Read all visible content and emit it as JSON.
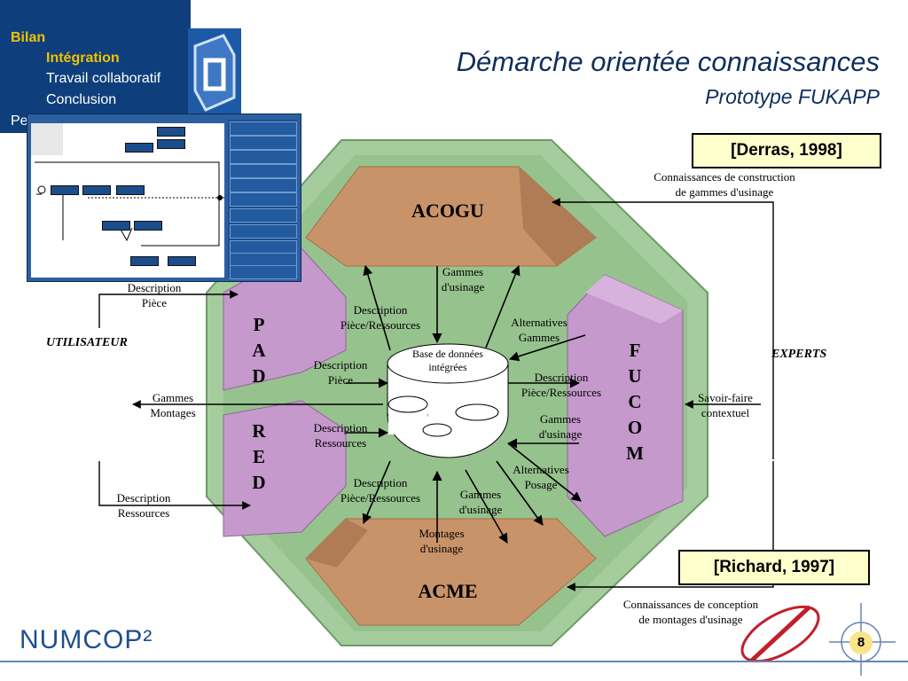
{
  "nav": {
    "items": [
      {
        "label": "Bilan",
        "active": true
      },
      {
        "label": "Intégration",
        "active": true
      },
      {
        "label": "Travail collaboratif",
        "active": false
      },
      {
        "label": "Conclusion",
        "active": false
      }
    ],
    "partial_item": "Pe"
  },
  "title": "Démarche orientée connaissances",
  "subtitle": "Prototype FUKAPP",
  "refs": {
    "derras": "[Derras, 1998]",
    "richard": "[Richard, 1997]"
  },
  "modules": {
    "acogu": "ACOGU",
    "acme": "ACME",
    "pad": [
      "P",
      "A",
      "D"
    ],
    "red": [
      "R",
      "E",
      "D"
    ],
    "fucom": [
      "F",
      "U",
      "C",
      "O",
      "M"
    ]
  },
  "database": {
    "label_line1": "Base de données",
    "label_line2": "intégrées"
  },
  "actors": {
    "utilisateur": "UTILISATEUR",
    "experts": "EXPERTS"
  },
  "labels": {
    "conn_construction_1": "Connaissances de construction",
    "conn_construction_2": "de gammes d'usinage",
    "conn_conception_1": "Connaissances de conception",
    "conn_conception_2": "de montages d'usinage",
    "desc_piece_in_1": "Description",
    "desc_piece_in_2": "Pièce",
    "gammes_montages_1": "Gammes",
    "gammes_montages_2": "Montages",
    "desc_ressources_in_1": "Description",
    "desc_ressources_in_2": "Ressources",
    "savoir_faire_1": "Savoir-faire",
    "savoir_faire_2": "contextuel",
    "gammes_usinage_top_1": "Gammes",
    "gammes_usinage_top_2": "d'usinage",
    "desc_pr_top_1": "Description",
    "desc_pr_top_2": "Pièce/Ressources",
    "alt_gammes_1": "Alternatives",
    "alt_gammes_2": "Gammes",
    "desc_piece_mid_1": "Description",
    "desc_piece_mid_2": "Pièce",
    "desc_pr_right_1": "Description",
    "desc_pr_right_2": "Pièce/Ressources",
    "desc_res_mid_1": "Description",
    "desc_res_mid_2": "Ressources",
    "gammes_usinage_right_1": "Gammes",
    "gammes_usinage_right_2": "d'usinage",
    "desc_pr_bottom_1": "Description",
    "desc_pr_bottom_2": "Pièce/Ressources",
    "alt_posage_1": "Alternatives",
    "alt_posage_2": "Posage",
    "gammes_usinage_bottom_1": "Gammes",
    "gammes_usinage_bottom_2": "d'usinage",
    "montages_usinage_1": "Montages",
    "montages_usinage_2": "d'usinage"
  },
  "footer": {
    "logo": "NUMCOP²",
    "page": "8"
  },
  "colors": {
    "nav_bg": "#0e3f7c",
    "octagon": "#9ec996",
    "acogu": "#c9936a",
    "pad_red_fucom": "#c599cc",
    "title": "#0e2e5c",
    "ref_bg": "#ffffcc"
  }
}
